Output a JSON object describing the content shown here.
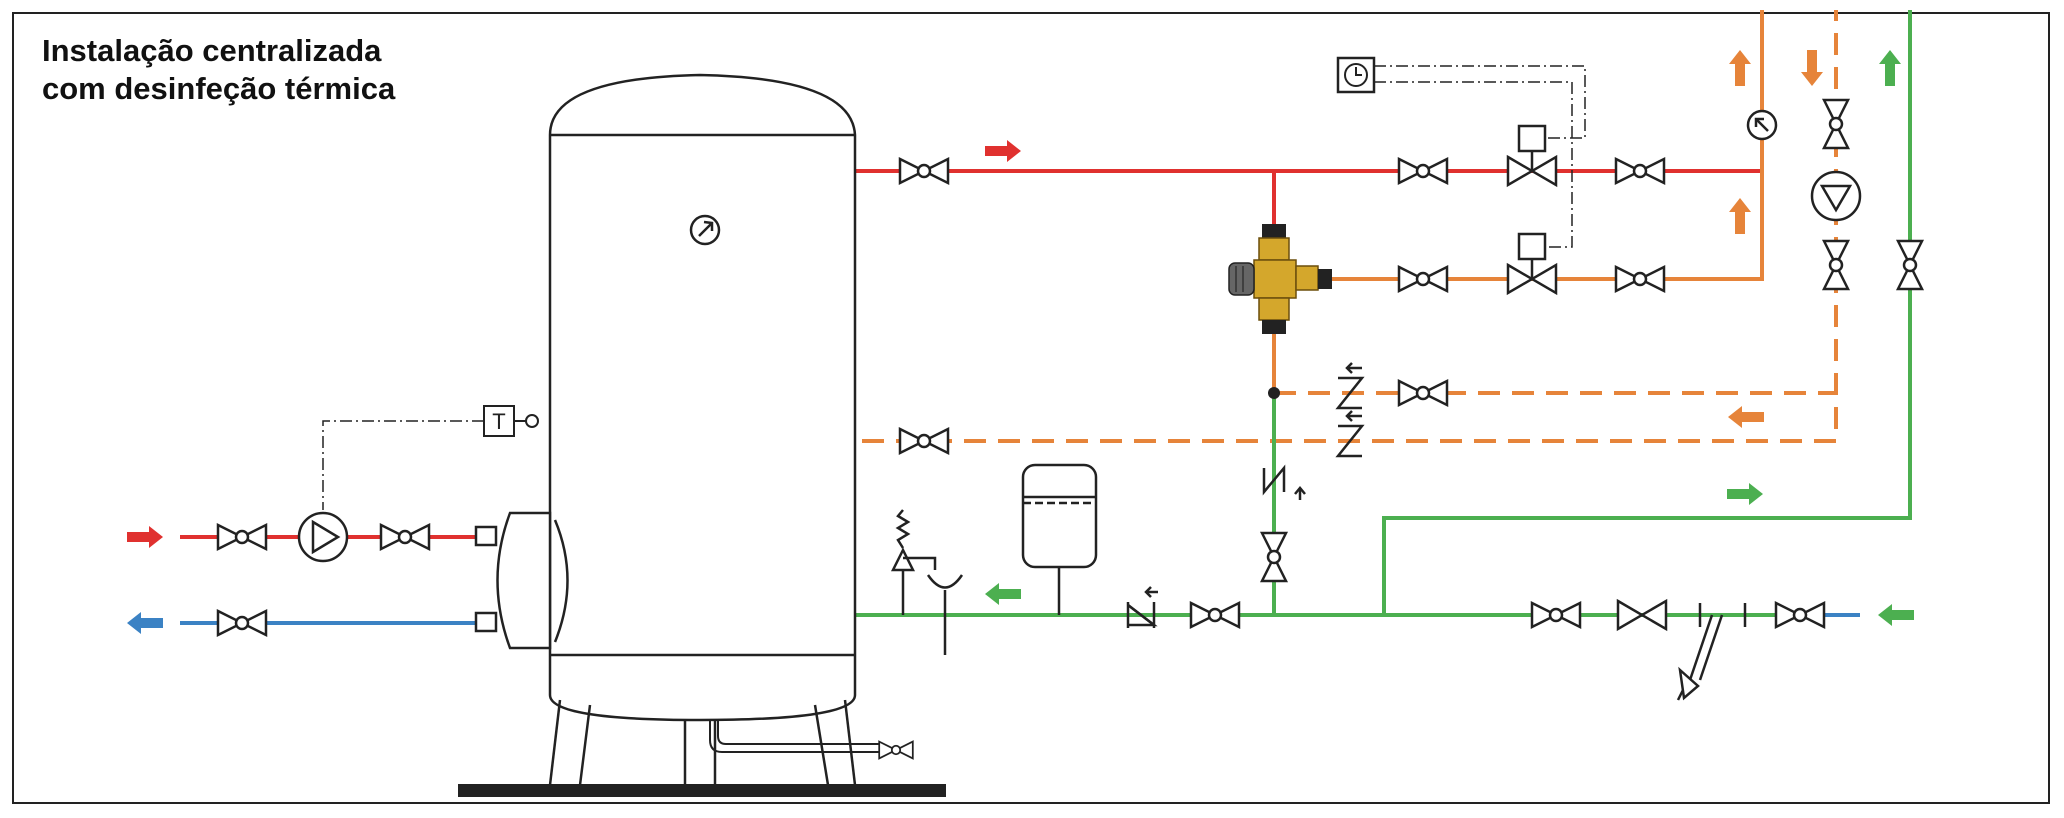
{
  "title": {
    "line1": "Instalação centralizada",
    "line2": "com desinfeção térmica"
  },
  "colors": {
    "hot_supply": "#e0312f",
    "mixed": "#e6843a",
    "cold": "#4caf50",
    "return_boiler": "#3b82c4",
    "line": "#222222",
    "valve_brass": "#d4a72c"
  },
  "icons": {
    "thermostat": "T",
    "timer": "clock-icon",
    "gauge": "pressure-gauge-icon"
  }
}
